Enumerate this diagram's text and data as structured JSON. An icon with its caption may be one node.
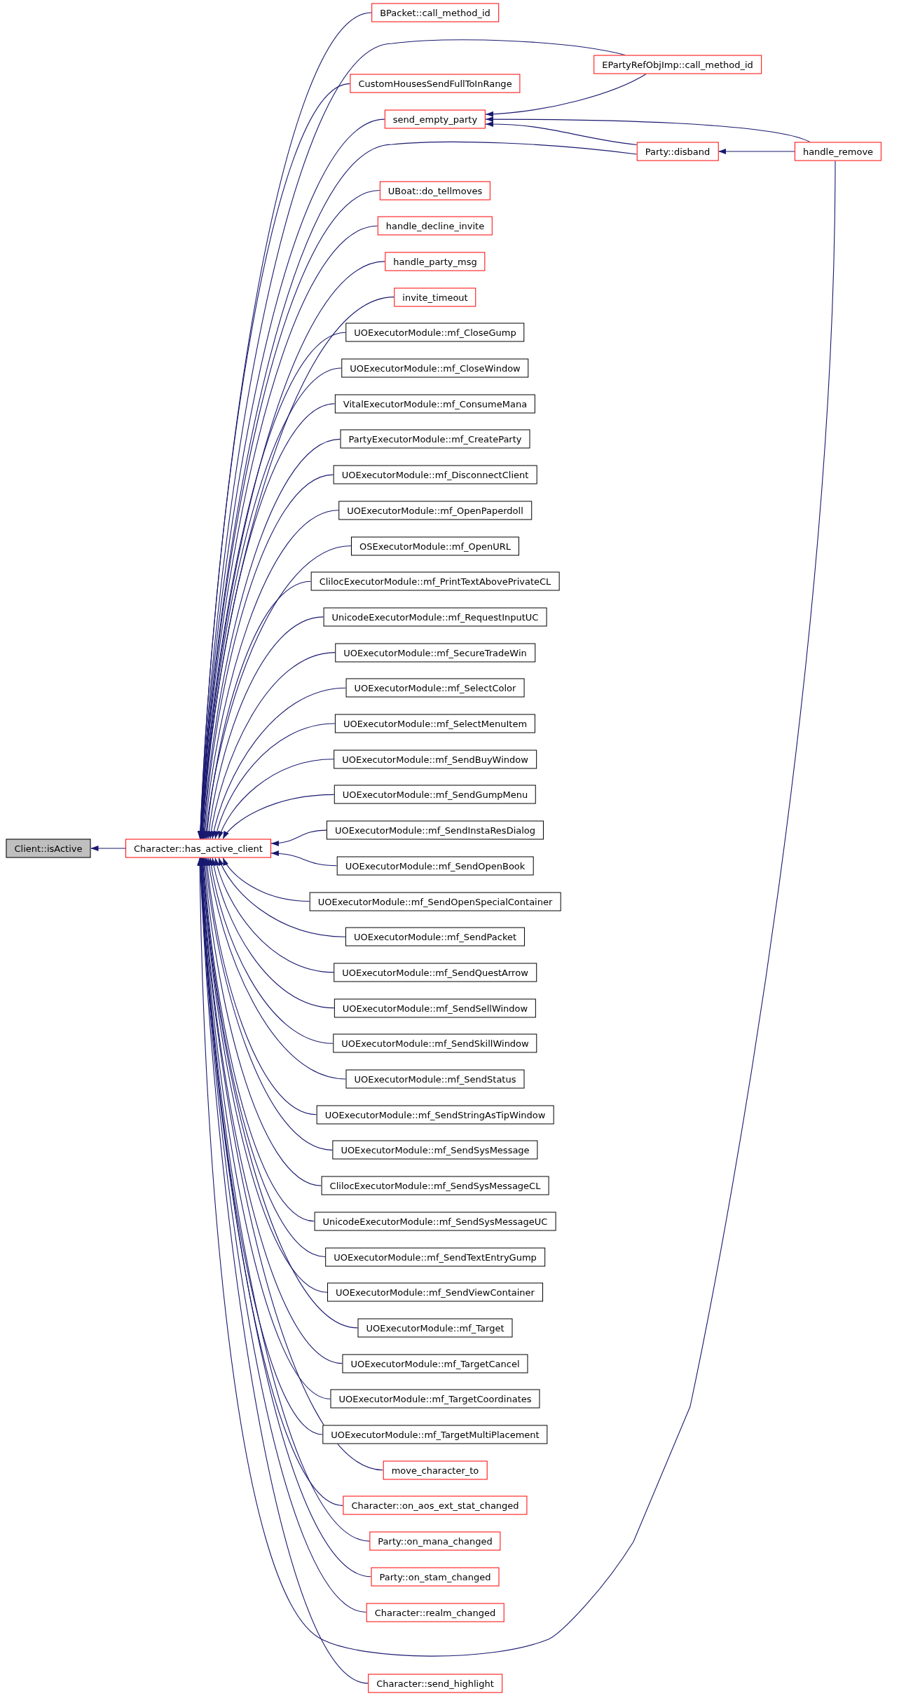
{
  "diagram": {
    "nodes": [
      {
        "text": [
          "Client::isActive"
        ]
      },
      {
        "text": [
          "Character::has_active_client"
        ]
      },
      {
        "text": [
          "BPacket::call_method_id"
        ]
      },
      {
        "text": [
          "EPartyRefObjImp::call_method_id"
        ]
      },
      {
        "text": [
          "CustomHousesSendFullToInRange"
        ]
      },
      {
        "text": [
          "send_empty_party"
        ]
      },
      {
        "text": [
          "Party::disband"
        ]
      },
      {
        "text": [
          "handle_remove"
        ]
      },
      {
        "text": [
          "UBoat::do_tellmoves"
        ]
      },
      {
        "text": [
          "handle_decline_invite"
        ]
      },
      {
        "text": [
          "handle_party_msg"
        ]
      },
      {
        "text": [
          "invite_timeout"
        ]
      },
      {
        "text": [
          "UOExecutorModule::mf_CloseGump"
        ]
      },
      {
        "text": [
          "UOExecutorModule::mf_CloseWindow"
        ]
      },
      {
        "text": [
          "VitalExecutorModule::mf_ConsumeMana"
        ]
      },
      {
        "text": [
          "PartyExecutorModule::mf_CreateParty"
        ]
      },
      {
        "text": [
          "UOExecutorModule::mf_DisconnectClient"
        ]
      },
      {
        "text": [
          "UOExecutorModule::mf_OpenPaperdoll"
        ]
      },
      {
        "text": [
          "OSExecutorModule::mf_OpenURL"
        ]
      },
      {
        "text": [
          "ClilocExecutorModule::mf_PrintTextAbovePrivateCL"
        ]
      },
      {
        "text": [
          "UnicodeExecutorModule::mf_RequestInputUC"
        ]
      },
      {
        "text": [
          "UOExecutorModule::mf_SecureTradeWin"
        ]
      },
      {
        "text": [
          "UOExecutorModule::mf_SelectColor"
        ]
      },
      {
        "text": [
          "UOExecutorModule::mf_SelectMenuItem"
        ]
      },
      {
        "text": [
          "UOExecutorModule::mf_SendBuyWindow"
        ]
      },
      {
        "text": [
          "UOExecutorModule::mf_SendGumpMenu"
        ]
      },
      {
        "text": [
          "UOExecutorModule::mf_SendInstaResDialog"
        ]
      },
      {
        "text": [
          "UOExecutorModule::mf_SendOpenBook"
        ]
      },
      {
        "text": [
          "UOExecutorModule::mf_SendOpenSpecialContainer"
        ]
      },
      {
        "text": [
          "UOExecutorModule::mf_SendPacket"
        ]
      },
      {
        "text": [
          "UOExecutorModule::mf_SendQuestArrow"
        ]
      },
      {
        "text": [
          "UOExecutorModule::mf_SendSellWindow"
        ]
      },
      {
        "text": [
          "UOExecutorModule::mf_SendSkillWindow"
        ]
      },
      {
        "text": [
          "UOExecutorModule::mf_SendStatus"
        ]
      },
      {
        "text": [
          "UOExecutorModule::mf_SendStringAsTipWindow"
        ]
      },
      {
        "text": [
          "UOExecutorModule::mf_SendSysMessage"
        ]
      },
      {
        "text": [
          "ClilocExecutorModule::mf_SendSysMessageCL"
        ]
      },
      {
        "text": [
          "UnicodeExecutorModule::mf_SendSysMessageUC"
        ]
      },
      {
        "text": [
          "UOExecutorModule::mf_SendTextEntryGump"
        ]
      },
      {
        "text": [
          "UOExecutorModule::mf_SendViewContainer"
        ]
      },
      {
        "text": [
          "UOExecutorModule::mf_Target"
        ]
      },
      {
        "text": [
          "UOExecutorModule::mf_TargetCancel"
        ]
      },
      {
        "text": [
          "UOExecutorModule::mf_TargetCoordinates"
        ]
      },
      {
        "text": [
          "UOExecutorModule::mf_TargetMultiPlacement"
        ]
      },
      {
        "text": [
          "move_character_to"
        ]
      },
      {
        "text": [
          "Character::on_aos_ext_stat_changed"
        ]
      },
      {
        "text": [
          "Party::on_mana_changed"
        ]
      },
      {
        "text": [
          "Party::on_stam_changed"
        ]
      },
      {
        "text": [
          "Character::realm_changed"
        ]
      },
      {
        "text": [
          "Character::send_highlight"
        ]
      }
    ],
    "edges": [
      {
        "from": 1,
        "to": 0,
        "arrow": "to"
      },
      {
        "from": 2,
        "to": 1,
        "arrow": "to"
      },
      {
        "from": 3,
        "to": 1,
        "arrow": "to"
      },
      {
        "from": 4,
        "to": 1,
        "arrow": "to"
      },
      {
        "from": 5,
        "to": 1,
        "arrow": "to"
      },
      {
        "from": 6,
        "to": 1,
        "arrow": "to"
      },
      {
        "from": 7,
        "to": 1,
        "arrow": "to"
      },
      {
        "from": 8,
        "to": 1,
        "arrow": "to"
      },
      {
        "from": 9,
        "to": 1,
        "arrow": "to"
      },
      {
        "from": 10,
        "to": 1,
        "arrow": "to"
      },
      {
        "from": 11,
        "to": 1,
        "arrow": "to"
      },
      {
        "from": 12,
        "to": 1,
        "arrow": "to"
      },
      {
        "from": 13,
        "to": 1,
        "arrow": "to"
      },
      {
        "from": 14,
        "to": 1,
        "arrow": "to"
      },
      {
        "from": 15,
        "to": 1,
        "arrow": "to"
      },
      {
        "from": 16,
        "to": 1,
        "arrow": "to"
      },
      {
        "from": 17,
        "to": 1,
        "arrow": "to"
      },
      {
        "from": 18,
        "to": 1,
        "arrow": "to"
      },
      {
        "from": 19,
        "to": 1,
        "arrow": "to"
      },
      {
        "from": 20,
        "to": 1,
        "arrow": "to"
      },
      {
        "from": 21,
        "to": 1,
        "arrow": "to"
      },
      {
        "from": 22,
        "to": 1,
        "arrow": "to"
      },
      {
        "from": 23,
        "to": 1,
        "arrow": "to"
      },
      {
        "from": 24,
        "to": 1,
        "arrow": "to"
      },
      {
        "from": 25,
        "to": 1,
        "arrow": "to"
      },
      {
        "from": 26,
        "to": 1,
        "arrow": "to"
      },
      {
        "from": 27,
        "to": 1,
        "arrow": "to"
      },
      {
        "from": 28,
        "to": 1,
        "arrow": "to"
      },
      {
        "from": 29,
        "to": 1,
        "arrow": "to"
      },
      {
        "from": 30,
        "to": 1,
        "arrow": "to"
      },
      {
        "from": 31,
        "to": 1,
        "arrow": "to"
      },
      {
        "from": 32,
        "to": 1,
        "arrow": "to"
      },
      {
        "from": 33,
        "to": 1,
        "arrow": "to"
      },
      {
        "from": 34,
        "to": 1,
        "arrow": "to"
      },
      {
        "from": 35,
        "to": 1,
        "arrow": "to"
      },
      {
        "from": 36,
        "to": 1,
        "arrow": "to"
      },
      {
        "from": 37,
        "to": 1,
        "arrow": "to"
      },
      {
        "from": 38,
        "to": 1,
        "arrow": "to"
      },
      {
        "from": 39,
        "to": 1,
        "arrow": "to"
      },
      {
        "from": 40,
        "to": 1,
        "arrow": "to"
      },
      {
        "from": 41,
        "to": 1,
        "arrow": "to"
      },
      {
        "from": 42,
        "to": 1,
        "arrow": "to"
      },
      {
        "from": 43,
        "to": 1,
        "arrow": "to"
      },
      {
        "from": 44,
        "to": 1,
        "arrow": "to"
      },
      {
        "from": 45,
        "to": 1,
        "arrow": "to"
      },
      {
        "from": 46,
        "to": 1,
        "arrow": "to"
      },
      {
        "from": 47,
        "to": 1,
        "arrow": "to"
      },
      {
        "from": 48,
        "to": 1,
        "arrow": "to"
      },
      {
        "from": 49,
        "to": 1,
        "arrow": "to"
      },
      {
        "from": 3,
        "to": 5,
        "arrow": "to"
      },
      {
        "from": 6,
        "to": 5,
        "arrow": "to"
      },
      {
        "from": 7,
        "to": 5,
        "arrow": "to"
      },
      {
        "from": 7,
        "to": 6,
        "arrow": "to"
      }
    ]
  }
}
